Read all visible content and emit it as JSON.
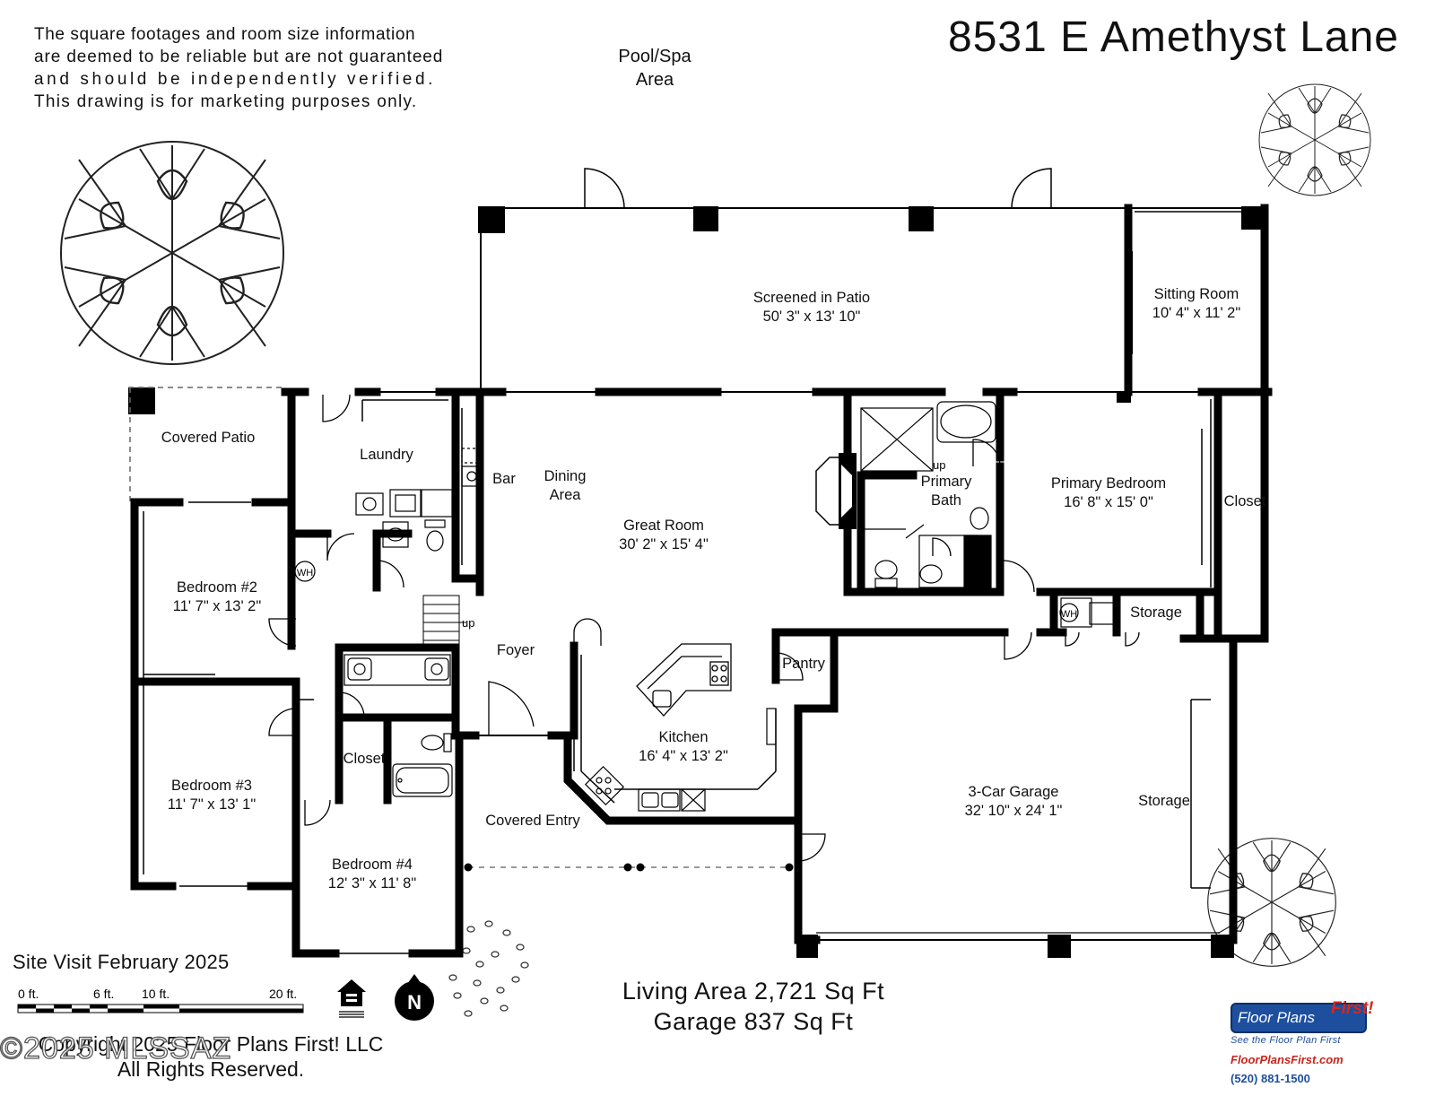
{
  "disclaimer": {
    "line1": "The square footages and room size information",
    "line2": "are deemed to be reliable but are not guaranteed",
    "line3": "and should be independently verified.",
    "line4": "This drawing is for marketing purposes only."
  },
  "address": "8531 E Amethyst Lane",
  "pool_area": {
    "line1": "Pool/Spa",
    "line2": "Area"
  },
  "rooms": {
    "screened_patio": {
      "name": "Screened in Patio",
      "size": "50' 3\" x 13' 10\""
    },
    "sitting_room": {
      "name": "Sitting Room",
      "size": "10' 4\" x 11' 2\""
    },
    "covered_patio": {
      "name": "Covered Patio"
    },
    "laundry": {
      "name": "Laundry"
    },
    "bar": {
      "name": "Bar"
    },
    "dining": {
      "line1": "Dining",
      "line2": "Area"
    },
    "great_room": {
      "name": "Great Room",
      "size": "30' 2\" x 15' 4\""
    },
    "primary_bath": {
      "line1": "Primary",
      "line2": "Bath"
    },
    "primary_bedroom": {
      "name": "Primary Bedroom",
      "size": "16' 8\" x 15' 0\""
    },
    "closet_primary": {
      "name": "Closet"
    },
    "bedroom2": {
      "name": "Bedroom #2",
      "size": "11' 7\" x 13' 2\""
    },
    "bedroom3": {
      "name": "Bedroom #3",
      "size": "11' 7\" x 13' 1\""
    },
    "bedroom4": {
      "name": "Bedroom #4",
      "size": "12' 3\" x 11' 8\""
    },
    "closet_hall": {
      "name": "Closet"
    },
    "foyer": {
      "name": "Foyer"
    },
    "pantry": {
      "name": "Pantry"
    },
    "kitchen": {
      "name": "Kitchen",
      "size": "16' 4\" x 13' 2\""
    },
    "storage_small": {
      "name": "Storage"
    },
    "garage": {
      "name": "3-Car Garage",
      "size": "32' 10\" x 24' 1\""
    },
    "storage_garage": {
      "name": "Storage"
    },
    "covered_entry": {
      "name": "Covered Entry"
    }
  },
  "fixture_labels": {
    "wh": "WH",
    "up": "up",
    "north": "N"
  },
  "site_visit": "Site Visit February 2025",
  "scale": {
    "labels": [
      "0 ft.",
      "6 ft.",
      "10 ft.",
      "20 ft."
    ]
  },
  "living_area": "Living Area 2,721 Sq Ft",
  "garage_area": "Garage 837 Sq Ft",
  "copyright": {
    "line1": "Copyright 2025 Floor Plans First! LLC",
    "line2": "All Rights Reserved."
  },
  "watermark": "©2025 MLSSAZ",
  "brand": {
    "name": "Floor Plans",
    "name_accent": "First!",
    "tagline": "See the Floor Plan First",
    "url": "FloorPlansFirst.com",
    "phone": "(520) 881-1500"
  },
  "colors": {
    "walls": "#000000",
    "brand_blue": "#1d4f9e",
    "brand_red": "#d8261c"
  }
}
